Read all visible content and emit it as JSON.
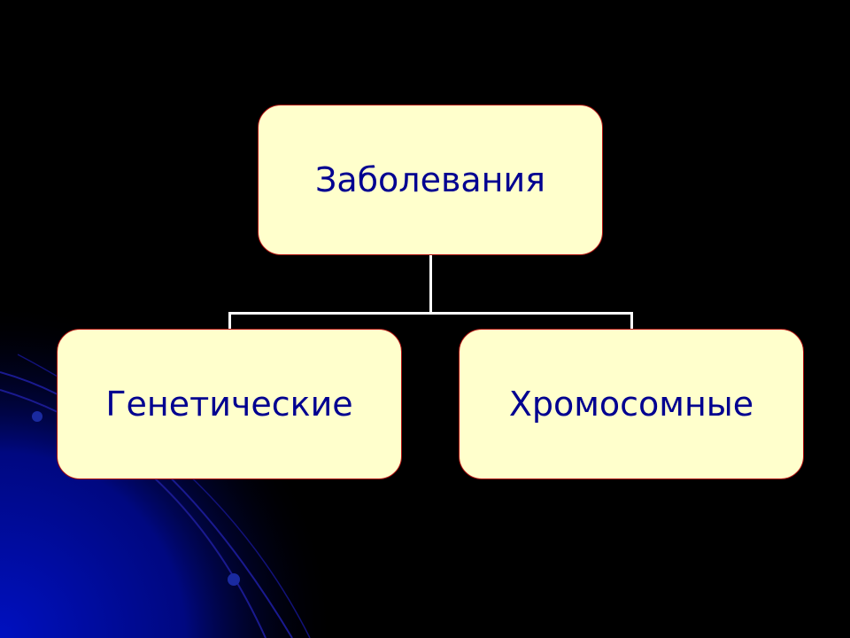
{
  "diagram": {
    "root": {
      "label": "Заболевания"
    },
    "children": [
      {
        "label": "Генетические"
      },
      {
        "label": "Хромосомные"
      }
    ]
  },
  "colors": {
    "box_fill": "#ffffcc",
    "box_border": "#b01010",
    "text": "#000090",
    "background": "#000000",
    "accent": "#0000c0"
  }
}
